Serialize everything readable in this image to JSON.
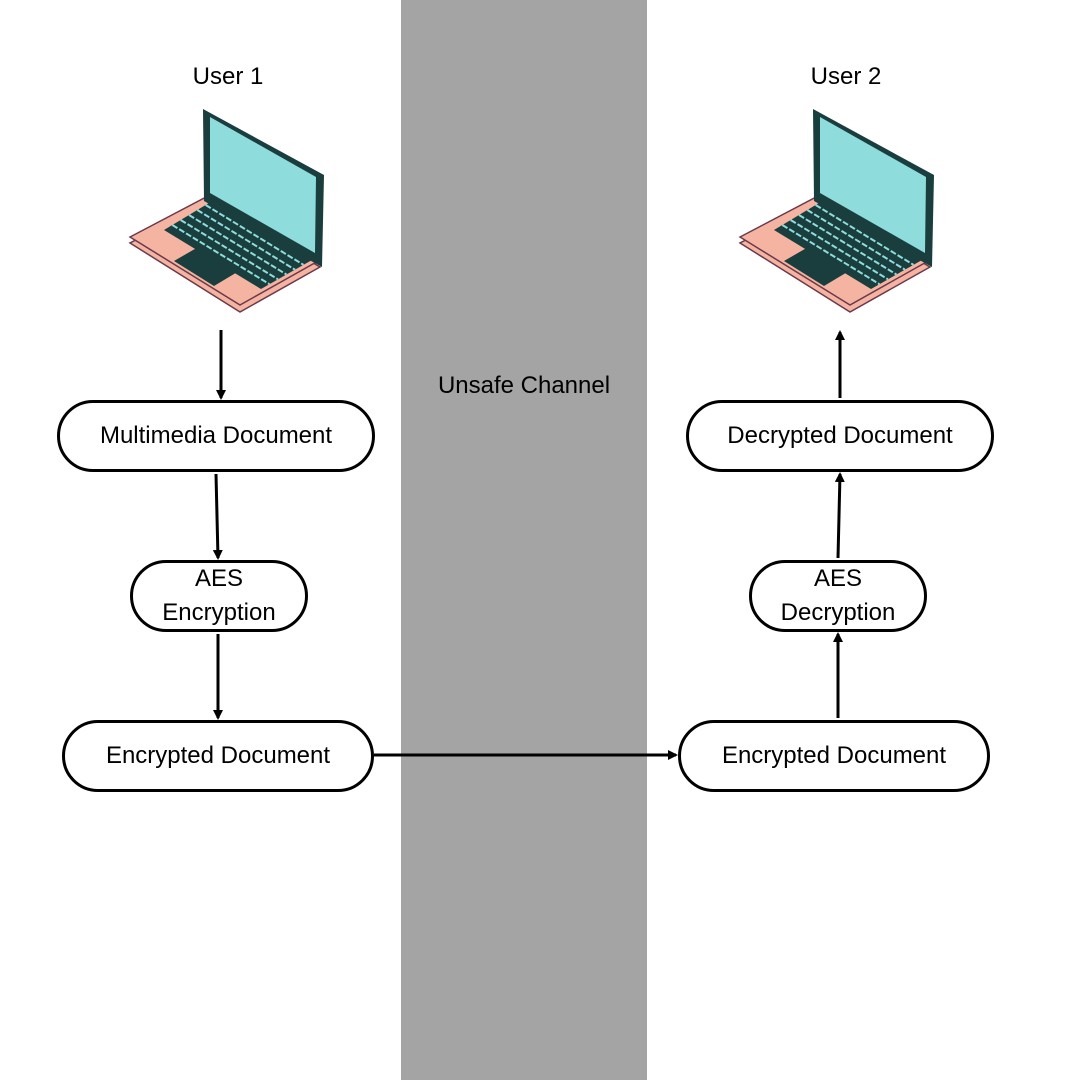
{
  "colors": {
    "channel": "#a4a4a4",
    "laptop_screen": "#8edcdc",
    "laptop_body": "#f5b3a2",
    "laptop_dark": "#1a3d3d",
    "laptop_edge": "#6b3a4a",
    "line": "#000000"
  },
  "users": {
    "user1": {
      "label": "User 1",
      "icon": "laptop-icon"
    },
    "user2": {
      "label": "User 2",
      "icon": "laptop-icon"
    }
  },
  "channel": {
    "label": "Unsafe Channel"
  },
  "nodes": {
    "multimedia_document": "Multimedia Document",
    "aes_encryption": "AES\nEncryption",
    "encrypted_document_sender": "Encrypted Document",
    "encrypted_document_receiver": "Encrypted Document",
    "aes_decryption": "AES\nDecryption",
    "decrypted_document": "Decrypted Document"
  }
}
